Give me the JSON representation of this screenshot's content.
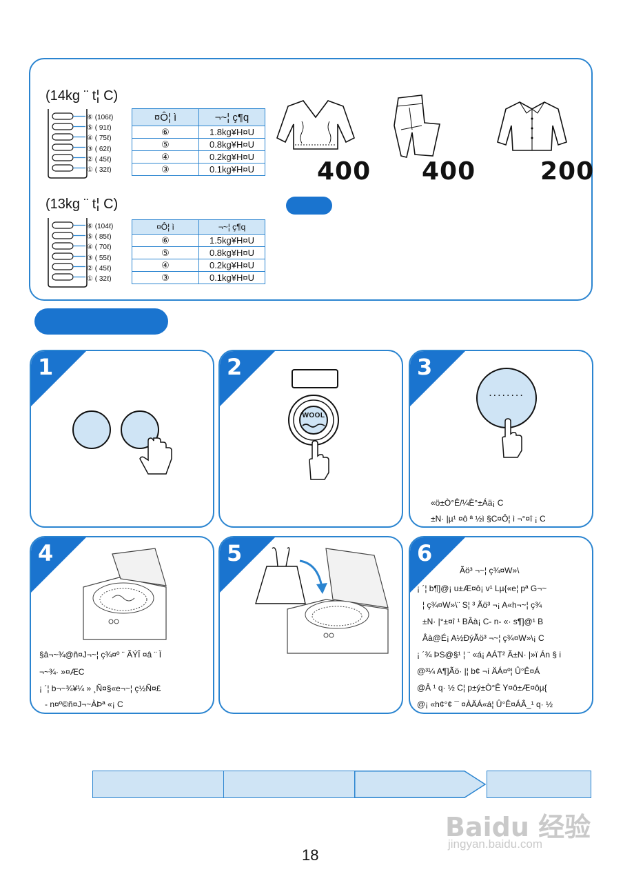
{
  "top_section": {
    "model1": {
      "caption": "(14kg ¨ t¦ C)",
      "levels": [
        "⑥ (106ℓ)",
        "⑤ ( 91ℓ)",
        "④ ( 75ℓ)",
        "③ ( 62ℓ)",
        "② ( 45ℓ)",
        "① ( 32ℓ)"
      ],
      "table": {
        "headers": [
          "¤Ô¦ ì",
          "¬~¦ ç¶q"
        ],
        "rows": [
          [
            "⑥",
            "1.8kg¥H¤U"
          ],
          [
            "⑤",
            "0.8kg¥H¤U"
          ],
          [
            "④",
            "0.2kg¥H¤U"
          ],
          [
            "③",
            "0.1kg¥H¤U"
          ]
        ]
      }
    },
    "model2": {
      "caption": "(13kg ¨ t¦ C)",
      "levels": [
        "⑥ (104ℓ)",
        "⑤ ( 85ℓ)",
        "④ ( 70ℓ)",
        "③ ( 55ℓ)",
        "② ( 45ℓ)",
        "① ( 32ℓ)"
      ],
      "table": {
        "headers": [
          "¤Ô¦ ì",
          "¬~¦ ç¶q"
        ],
        "rows": [
          [
            "⑥",
            "1.5kg¥H¤U"
          ],
          [
            "⑤",
            "0.8kg¥H¤U"
          ],
          [
            "④",
            "0.2kg¥H¤U"
          ],
          [
            "③",
            "0.1kg¥H¤U"
          ]
        ]
      }
    },
    "garments": [
      {
        "icon": "sweater-icon",
        "weight": "400"
      },
      {
        "icon": "trousers-icon",
        "weight": "400"
      },
      {
        "icon": "blouse-icon",
        "weight": "200"
      }
    ]
  },
  "steps": [
    {
      "number": "1",
      "lines": []
    },
    {
      "number": "2",
      "lines": [],
      "button_label": "WOOL"
    },
    {
      "number": "3",
      "lines": [
        "«ö±Ò°Ê/¼È°±Áä¡ C",
        "±N· |µ¹ ¤ô ª ½ì §C¤Ô¦ ì ¬°¤î ¡ C"
      ],
      "display_text": "........"
    },
    {
      "number": "4",
      "lines": [
        "§â¬~¾@ñ¤J¬~¦ ç¾¤º ¨ ÃÝÎ ¤â ¨ Ï",
        "¬~¾· »¤ÆC",
        "¡ ´¦ b¬~¾¥¼ » ¸Ñ¤§«e¬~¦ ç½Ñ¤£",
        "- n¤º©ñ¤J¬~ÀÞª «¡ C"
      ]
    },
    {
      "number": "5",
      "lines": []
    },
    {
      "number": "6",
      "lines": [
        "Ãö³ ¬~¦ ç¾¤W»\\",
        "¡ ´¦ b¶]@¡ u±Æ¤ô¡ v¹ Lµ{«e¦ pª G¬~",
        "¦ ç¾¤W»\\¨ S¦ ³ Ãö³ ¬¡ A«h¬~¦ ç¾",
        "±N· |°±¤î ¹ BÂà¡ C- n- «· s¶]@¹ B",
        "Âà@É¡ A½ÐýÃö³ ¬~¦ ç¾¤W»\\¡ C",
        "¡ ´¾ ÞS@§¹ ¦ ¨ «á¡ AÁT² Ã±N· |»ï Án § i",
        "@³¼ A¶]Ãö· |¦ b¢ ¬í ÄÁ¤º¦ Û°Ê¤Á",
        "@Â   ¹ q· ½ C¦ p±ý±Ò°Ê Y¤ô±Æ¤ôµ{",
        "@¡ «h¢°¢ ¯ ¤ÀÄÁ«á¦ Û°Ê¤ÁÂ_¹ q· ½"
      ]
    }
  ],
  "page_number": "18",
  "watermark": {
    "brand": "Baidu 经验",
    "url": "jingyan.baidu.com"
  },
  "colors": {
    "accent": "#1a74cf",
    "border": "#2a84d0",
    "fill": "#cfe4f5"
  }
}
